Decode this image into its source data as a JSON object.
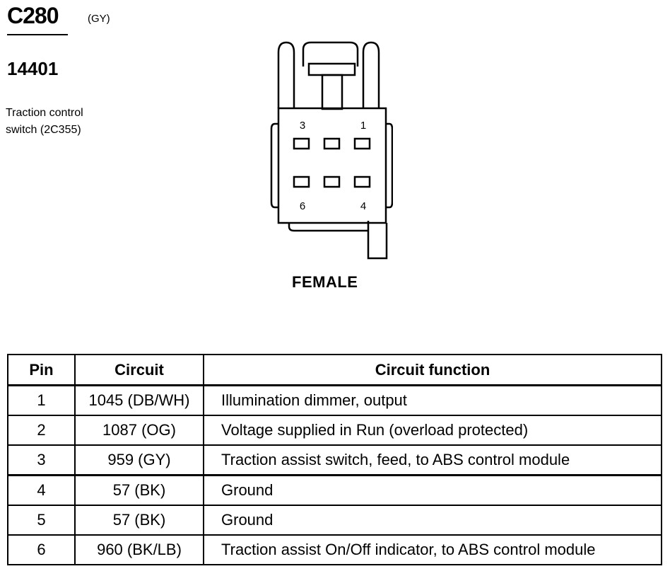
{
  "header": {
    "connector_code": "C280",
    "connector_color": "(GY)",
    "part_number": "14401",
    "description_lines": [
      "Traction control",
      "switch (2C355)"
    ]
  },
  "connector_view": {
    "pin_labels": [
      "3",
      "1",
      "6",
      "4"
    ],
    "gender": "FEMALE"
  },
  "table": {
    "headers": {
      "pin": "Pin",
      "circuit": "Circuit",
      "function": "Circuit function"
    },
    "rows": [
      {
        "pin": "1",
        "circuit": "1045 (DB/WH)",
        "function": "Illumination dimmer, output"
      },
      {
        "pin": "2",
        "circuit": "1087 (OG)",
        "function": "Voltage supplied in Run (overload protected)"
      },
      {
        "pin": "3",
        "circuit": "959 (GY)",
        "function": "Traction assist switch, feed, to ABS control module"
      },
      {
        "pin": "4",
        "circuit": "57 (BK)",
        "function": "Ground"
      },
      {
        "pin": "5",
        "circuit": "57 (BK)",
        "function": "Ground"
      },
      {
        "pin": "6",
        "circuit": "960 (BK/LB)",
        "function": "Traction assist On/Off indicator, to ABS control module"
      }
    ]
  }
}
